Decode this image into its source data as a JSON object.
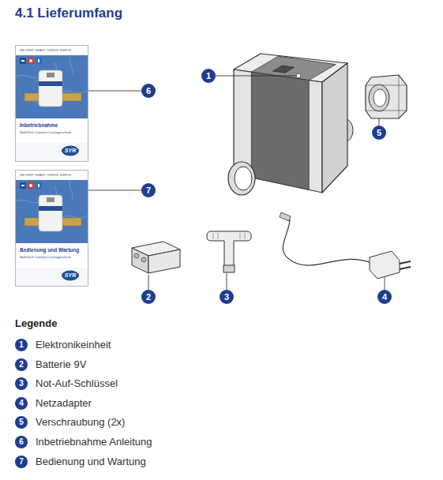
{
  "diagram": {
    "title": "4.1 Lieferumfang",
    "nodes": [
      {
        "text": [
          "WE KEEP SMART THINGS SIMPLE.",
          "Inbetriebnahme",
          "SafeTech Connect Leckageschutz",
          "SYR"
        ]
      },
      {
        "text": [
          "WE KEEP SMART THINGS SIMPLE.",
          "Bedienung und Wartung",
          "SafeTech Connect Leckageschutz",
          "SYR"
        ]
      }
    ],
    "labels": [
      "1",
      "6",
      "5",
      "7",
      "2",
      "3",
      "4",
      "Legende",
      "1",
      "2",
      "3",
      "4",
      "5",
      "6",
      "7"
    ],
    "legend": [
      {
        "text": "Elektronikeinheit"
      },
      {
        "text": "Batterie 9V"
      },
      {
        "text": "Not-Auf-Schlüssel"
      },
      {
        "text": "Netzadapter"
      },
      {
        "text": "Verschraubung (2x)"
      },
      {
        "text": "Inbetriebnahme Anleitung"
      },
      {
        "text": "Bedienung und Wartung"
      }
    ]
  }
}
